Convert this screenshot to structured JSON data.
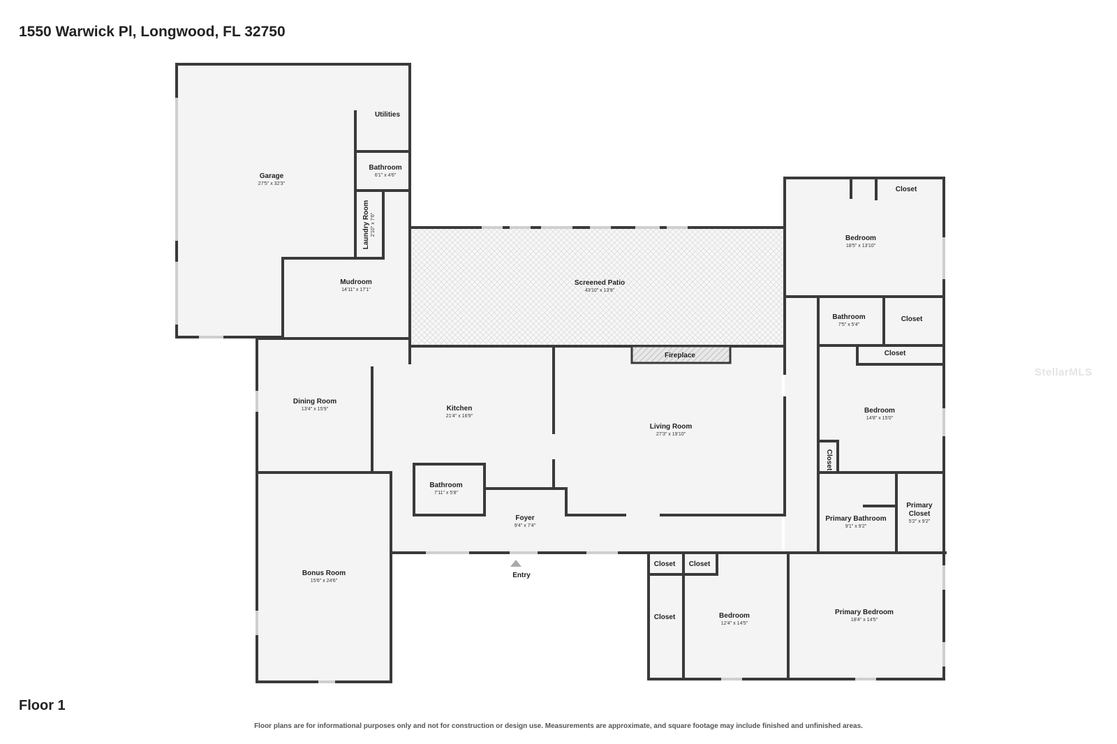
{
  "header": {
    "address": "1550 Warwick Pl, Longwood, FL 32750"
  },
  "footer": {
    "floor_label": "Floor 1",
    "disclaimer": "Floor plans are for informational purposes only and not for construction or design use. Measurements are approximate, and square footage may include finished and unfinished areas."
  },
  "watermark": "StellarMLS",
  "rooms": {
    "utilities": {
      "name": "Utilities"
    },
    "bath_garage": {
      "name": "Bathroom",
      "dims": "6'1\" x 4'6\""
    },
    "garage": {
      "name": "Garage",
      "dims": "27'5\" x 32'3\""
    },
    "laundry": {
      "name": "Laundry Room",
      "dims": "2'10\" x 7'6\""
    },
    "mudroom": {
      "name": "Mudroom",
      "dims": "14'11\" x 17'1\""
    },
    "patio": {
      "name": "Screened Patio",
      "dims": "43'10\" x 13'9\""
    },
    "fireplace": {
      "name": "Fireplace"
    },
    "dining": {
      "name": "Dining Room",
      "dims": "13'4\" x 15'9\""
    },
    "kitchen": {
      "name": "Kitchen",
      "dims": "21'4\" x 16'9\""
    },
    "living": {
      "name": "Living Room",
      "dims": "27'3\" x 19'10\""
    },
    "bath_foyer": {
      "name": "Bathroom",
      "dims": "7'11\" x 5'8\""
    },
    "foyer": {
      "name": "Foyer",
      "dims": "9'4\" x 7'4\""
    },
    "entry": {
      "name": "Entry"
    },
    "bonus": {
      "name": "Bonus Room",
      "dims": "15'6\" x 24'6\""
    },
    "bed1": {
      "name": "Bedroom",
      "dims": "18'5\" x 13'10\""
    },
    "bed1_closet": {
      "name": "Closet"
    },
    "bath_hall": {
      "name": "Bathroom",
      "dims": "7'5\" x 5'4\""
    },
    "closet_a": {
      "name": "Closet"
    },
    "closet_b": {
      "name": "Closet"
    },
    "bed2": {
      "name": "Bedroom",
      "dims": "14'8\" x 15'0\""
    },
    "closet_vert": {
      "name": "Closet"
    },
    "primary_bath": {
      "name": "Primary Bathroom",
      "dims": "9'1\" x 9'2\""
    },
    "primary_closet_l1": {
      "name": "Primary"
    },
    "primary_closet_l2": {
      "name": "Closet",
      "dims": "5'2\" x 9'2\""
    },
    "closet_c": {
      "name": "Closet"
    },
    "closet_d": {
      "name": "Closet"
    },
    "closet_e": {
      "name": "Closet"
    },
    "bed3": {
      "name": "Bedroom",
      "dims": "12'4\" x 14'5\""
    },
    "primary_bed": {
      "name": "Primary Bedroom",
      "dims": "18'4\" x 14'5\""
    }
  },
  "colors": {
    "wall": "#3a3a3a",
    "floor": "#f4f4f4",
    "patio_pattern": "#dcdcdc",
    "window": "#cfcfcf"
  }
}
